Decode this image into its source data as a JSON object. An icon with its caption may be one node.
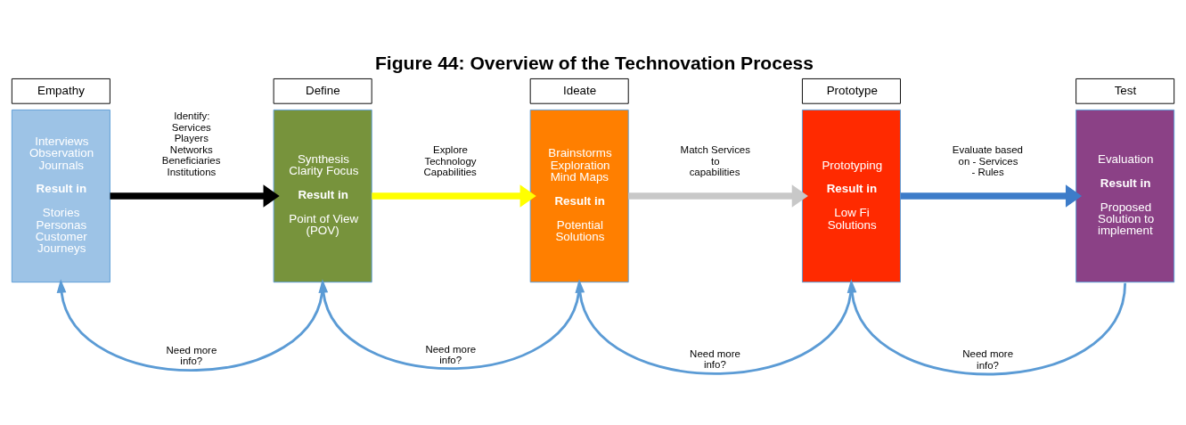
{
  "diagram": {
    "title": "Figure 44: Overview of the Technovation Process",
    "nodes": [
      {
        "text": [
          "Empathy"
        ]
      },
      {
        "text": [
          "Interviews Observation Journals",
          "Result in",
          "Stories Personas Customer Journeys"
        ]
      },
      {
        "text": [
          "Define"
        ]
      },
      {
        "text": [
          "Synthesis Clarity Focus",
          "Result in",
          "Point of View (POV)"
        ]
      },
      {
        "text": [
          "Ideate"
        ]
      },
      {
        "text": [
          "Brainstorms Exploration Mind Maps",
          "Result in",
          "Potential Solutions"
        ]
      },
      {
        "text": [
          "Prototype"
        ]
      },
      {
        "text": [
          "Prototyping",
          "Result in",
          "Low Fi Solutions"
        ]
      },
      {
        "text": [
          "Test"
        ]
      },
      {
        "text": [
          "Evaluation",
          "Result in",
          "Proposed Solution to implement"
        ]
      }
    ],
    "edges": [
      {
        "from": 1,
        "to": 3,
        "arrow": "to",
        "label": "Identify: Services Players Networks Beneficiaries Institutions",
        "style": "thick",
        "color": "#000000"
      },
      {
        "from": 3,
        "to": 5,
        "arrow": "to",
        "label": "Explore Technology Capabilities",
        "style": "thick",
        "color": "#ffff00"
      },
      {
        "from": 5,
        "to": 7,
        "arrow": "to",
        "label": "Match Services to capabilities",
        "style": "thick",
        "color": "#c8c8c8"
      },
      {
        "from": 7,
        "to": 9,
        "arrow": "to",
        "label": "Evaluate based on - Services - Rules",
        "style": "thick",
        "color": "#3d7cc9"
      },
      {
        "from": 3,
        "to": 1,
        "arrow": "to",
        "label": "Need more info?",
        "color": "#5b9bd5"
      },
      {
        "from": 5,
        "to": 3,
        "arrow": "to",
        "label": "Need more info?",
        "color": "#5b9bd5"
      },
      {
        "from": 7,
        "to": 5,
        "arrow": "to",
        "label": "Need more info?",
        "color": "#5b9bd5"
      },
      {
        "from": 9,
        "to": 7,
        "arrow": "to",
        "label": "Need more info?",
        "color": "#5b9bd5"
      }
    ]
  }
}
